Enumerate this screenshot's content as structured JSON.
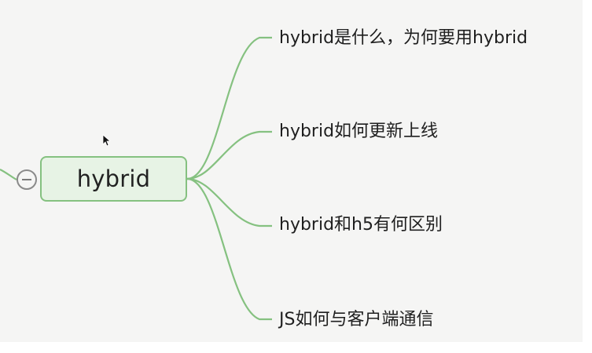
{
  "mindmap": {
    "root": {
      "label": "hybrid"
    },
    "children": [
      {
        "label": "hybrid是什么，为何要用hybrid"
      },
      {
        "label": "hybrid如何更新上线"
      },
      {
        "label": "hybrid和h5有何区别"
      },
      {
        "label": "JS如何与客户端通信"
      }
    ]
  },
  "colors": {
    "background": "#f5f5f4",
    "connector": "#85c180",
    "root_fill": "#e7f3e5",
    "root_border": "#85c180",
    "toggle": "#8a8a8a",
    "text": "#1f1f1f"
  },
  "icons": {
    "toggle": "collapse-minus-icon",
    "cursor": "mouse-cursor-icon"
  }
}
